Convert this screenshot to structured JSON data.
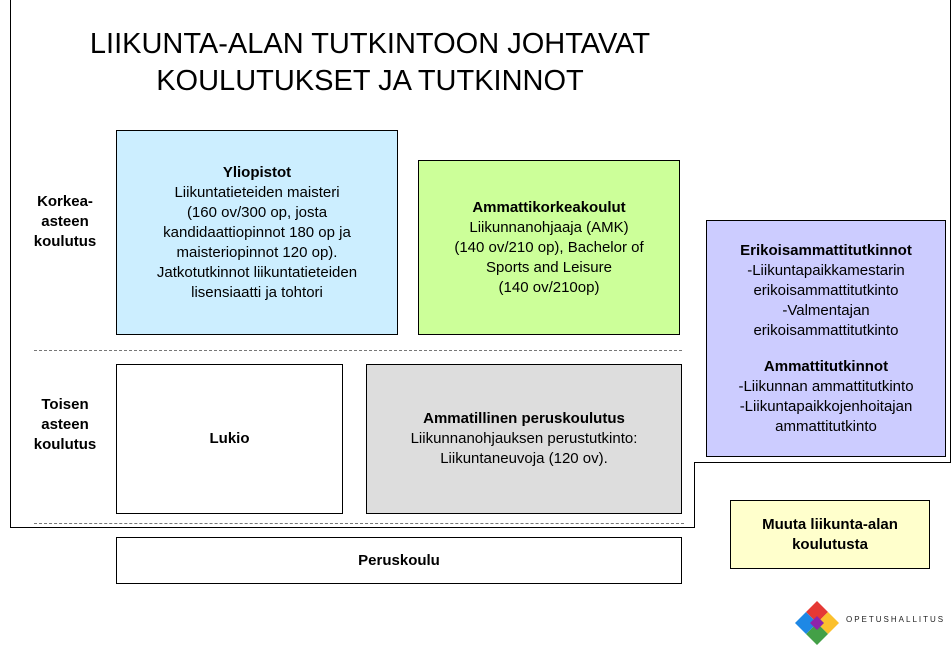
{
  "title": {
    "line1": "LIIKUNTA-ALAN TUTKINTOON JOHTAVAT",
    "line2": "KOULUTUKSET JA TUTKINNOT"
  },
  "levels": {
    "higher": {
      "l1": "Korkea-",
      "l2": "asteen",
      "l3": "koulutus"
    },
    "secondary": {
      "l1": "Toisen",
      "l2": "asteen",
      "l3": "koulutus"
    }
  },
  "boxes": {
    "university": {
      "heading": "Yliopistot",
      "lines": [
        "Liikuntatieteiden maisteri",
        "(160 ov/300 op, josta",
        "kandidaattiopinnot 180 op ja",
        "maisteriopinnot 120 op).",
        "Jatkotutkinnot liikuntatieteiden",
        "lisensiaatti ja tohtori"
      ],
      "color": "#cceeff"
    },
    "amk": {
      "heading": "Ammattikorkeakoulut",
      "lines": [
        "Liikunnanohjaaja (AMK)",
        "(140 ov/210 op), Bachelor of",
        "Sports and Leisure",
        "(140 ov/210op)"
      ],
      "color": "#ccff99"
    },
    "special": {
      "heading1": "Erikoisammattitutkinnot",
      "lines1": [
        "-Liikuntapaikkamestarin",
        "erikoisammattitutkinto",
        "-Valmentajan",
        "erikoisammattitutkinto"
      ],
      "heading2": "Ammattitutkinnot",
      "lines2": [
        "-Liikunnan ammattitutkinto",
        "-Liikuntapaikkojenhoitajan",
        "ammattitutkinto"
      ],
      "color": "#ccccff"
    },
    "lukio": {
      "heading": "Lukio",
      "color": "#ffffff"
    },
    "vocational": {
      "heading": "Ammatillinen peruskoulutus",
      "lines": [
        "Liikunnanohjauksen perustutkinto:",
        "Liikuntaneuvoja (120 ov)."
      ],
      "color": "#dddddd"
    },
    "other": {
      "l1": "Muuta liikunta-alan",
      "l2": "koulutusta",
      "color": "#ffffcc"
    },
    "basic": {
      "heading": "Peruskoulu",
      "color": "#ffffff"
    }
  },
  "logo": {
    "text": "OPETUSHALLITUS",
    "colors": [
      "#e53935",
      "#fbc02d",
      "#43a047",
      "#1e88e5",
      "#8e24aa"
    ]
  }
}
